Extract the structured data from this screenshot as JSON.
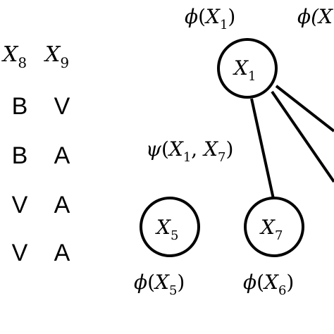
{
  "table": {
    "headers": [
      {
        "base": "X",
        "sub": "8"
      },
      {
        "base": "X",
        "sub": "9"
      }
    ],
    "rows": [
      [
        "B",
        "V"
      ],
      [
        "B",
        "A"
      ],
      [
        "V",
        "A"
      ],
      [
        "V",
        "A"
      ]
    ]
  },
  "nodes": [
    {
      "id": "x1",
      "base": "X",
      "sub": "1"
    },
    {
      "id": "x5",
      "base": "X",
      "sub": "5"
    },
    {
      "id": "x7",
      "base": "X",
      "sub": "7"
    }
  ],
  "potentials": {
    "phi_x1": {
      "fn": "ϕ",
      "args": [
        {
          "base": "X",
          "sub": "1"
        }
      ]
    },
    "phi_cut": {
      "fn": "ϕ(X"
    },
    "psi_x1_x7": {
      "fn": "ψ",
      "args": [
        {
          "base": "X",
          "sub": "1"
        },
        {
          "base": "X",
          "sub": "7"
        }
      ]
    },
    "phi_x5": {
      "fn": "ϕ",
      "args": [
        {
          "base": "X",
          "sub": "5"
        }
      ]
    },
    "phi_x6": {
      "fn": "ϕ",
      "args": [
        {
          "base": "X",
          "sub": "6"
        }
      ]
    }
  },
  "punct": {
    "open": "(",
    "close": ")",
    "comma": ", "
  }
}
